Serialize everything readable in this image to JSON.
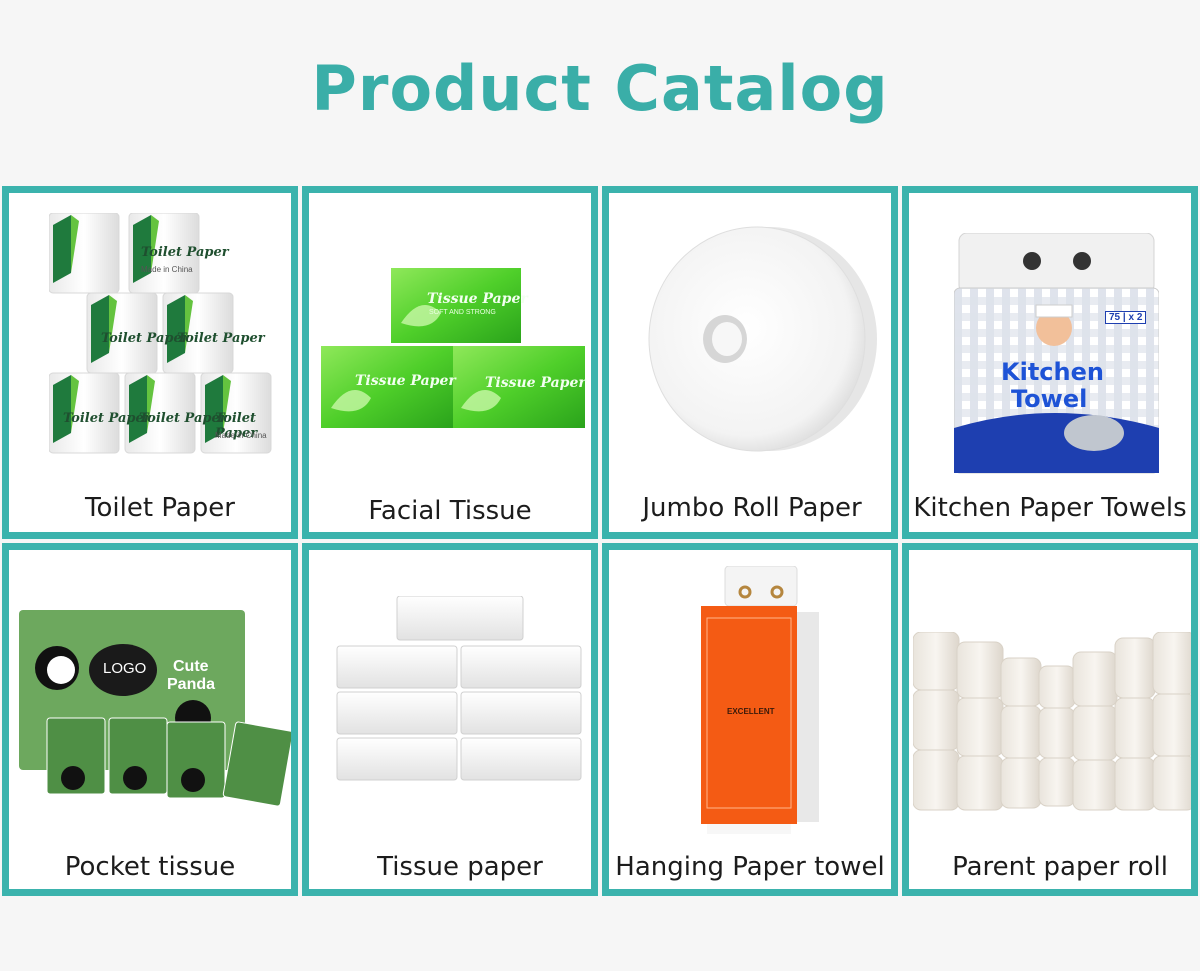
{
  "page": {
    "title": "Product Catalog",
    "accent_color": "#3bb3ad"
  },
  "products": [
    {
      "label": "Toilet Paper",
      "icon": "toilet-paper-rolls-image",
      "package_text": "Toilet Paper",
      "package_subtext": "Made in China"
    },
    {
      "label": "Facial Tissue",
      "icon": "facial-tissue-packs-image",
      "package_text": "Tissue Paper",
      "package_subtext": "SOFT AND STRONG"
    },
    {
      "label": "Jumbo Roll Paper",
      "icon": "jumbo-roll-image"
    },
    {
      "label": "Kitchen Paper Towels",
      "icon": "kitchen-towel-pack-image",
      "package_text_1": "Kitchen",
      "package_text_2": "Towel",
      "package_badge": "75 | x 2"
    },
    {
      "label": "Pocket tissue",
      "icon": "pocket-tissue-panda-image",
      "package_logo": "LOGO",
      "package_text_1": "Cute",
      "package_text_2": "Panda"
    },
    {
      "label": "Tissue paper",
      "icon": "tissue-paper-stack-image"
    },
    {
      "label": "Hanging Paper towel",
      "icon": "hanging-towel-box-image",
      "package_text": "EXCELLENT"
    },
    {
      "label": "Parent paper roll",
      "icon": "parent-rolls-image"
    }
  ]
}
